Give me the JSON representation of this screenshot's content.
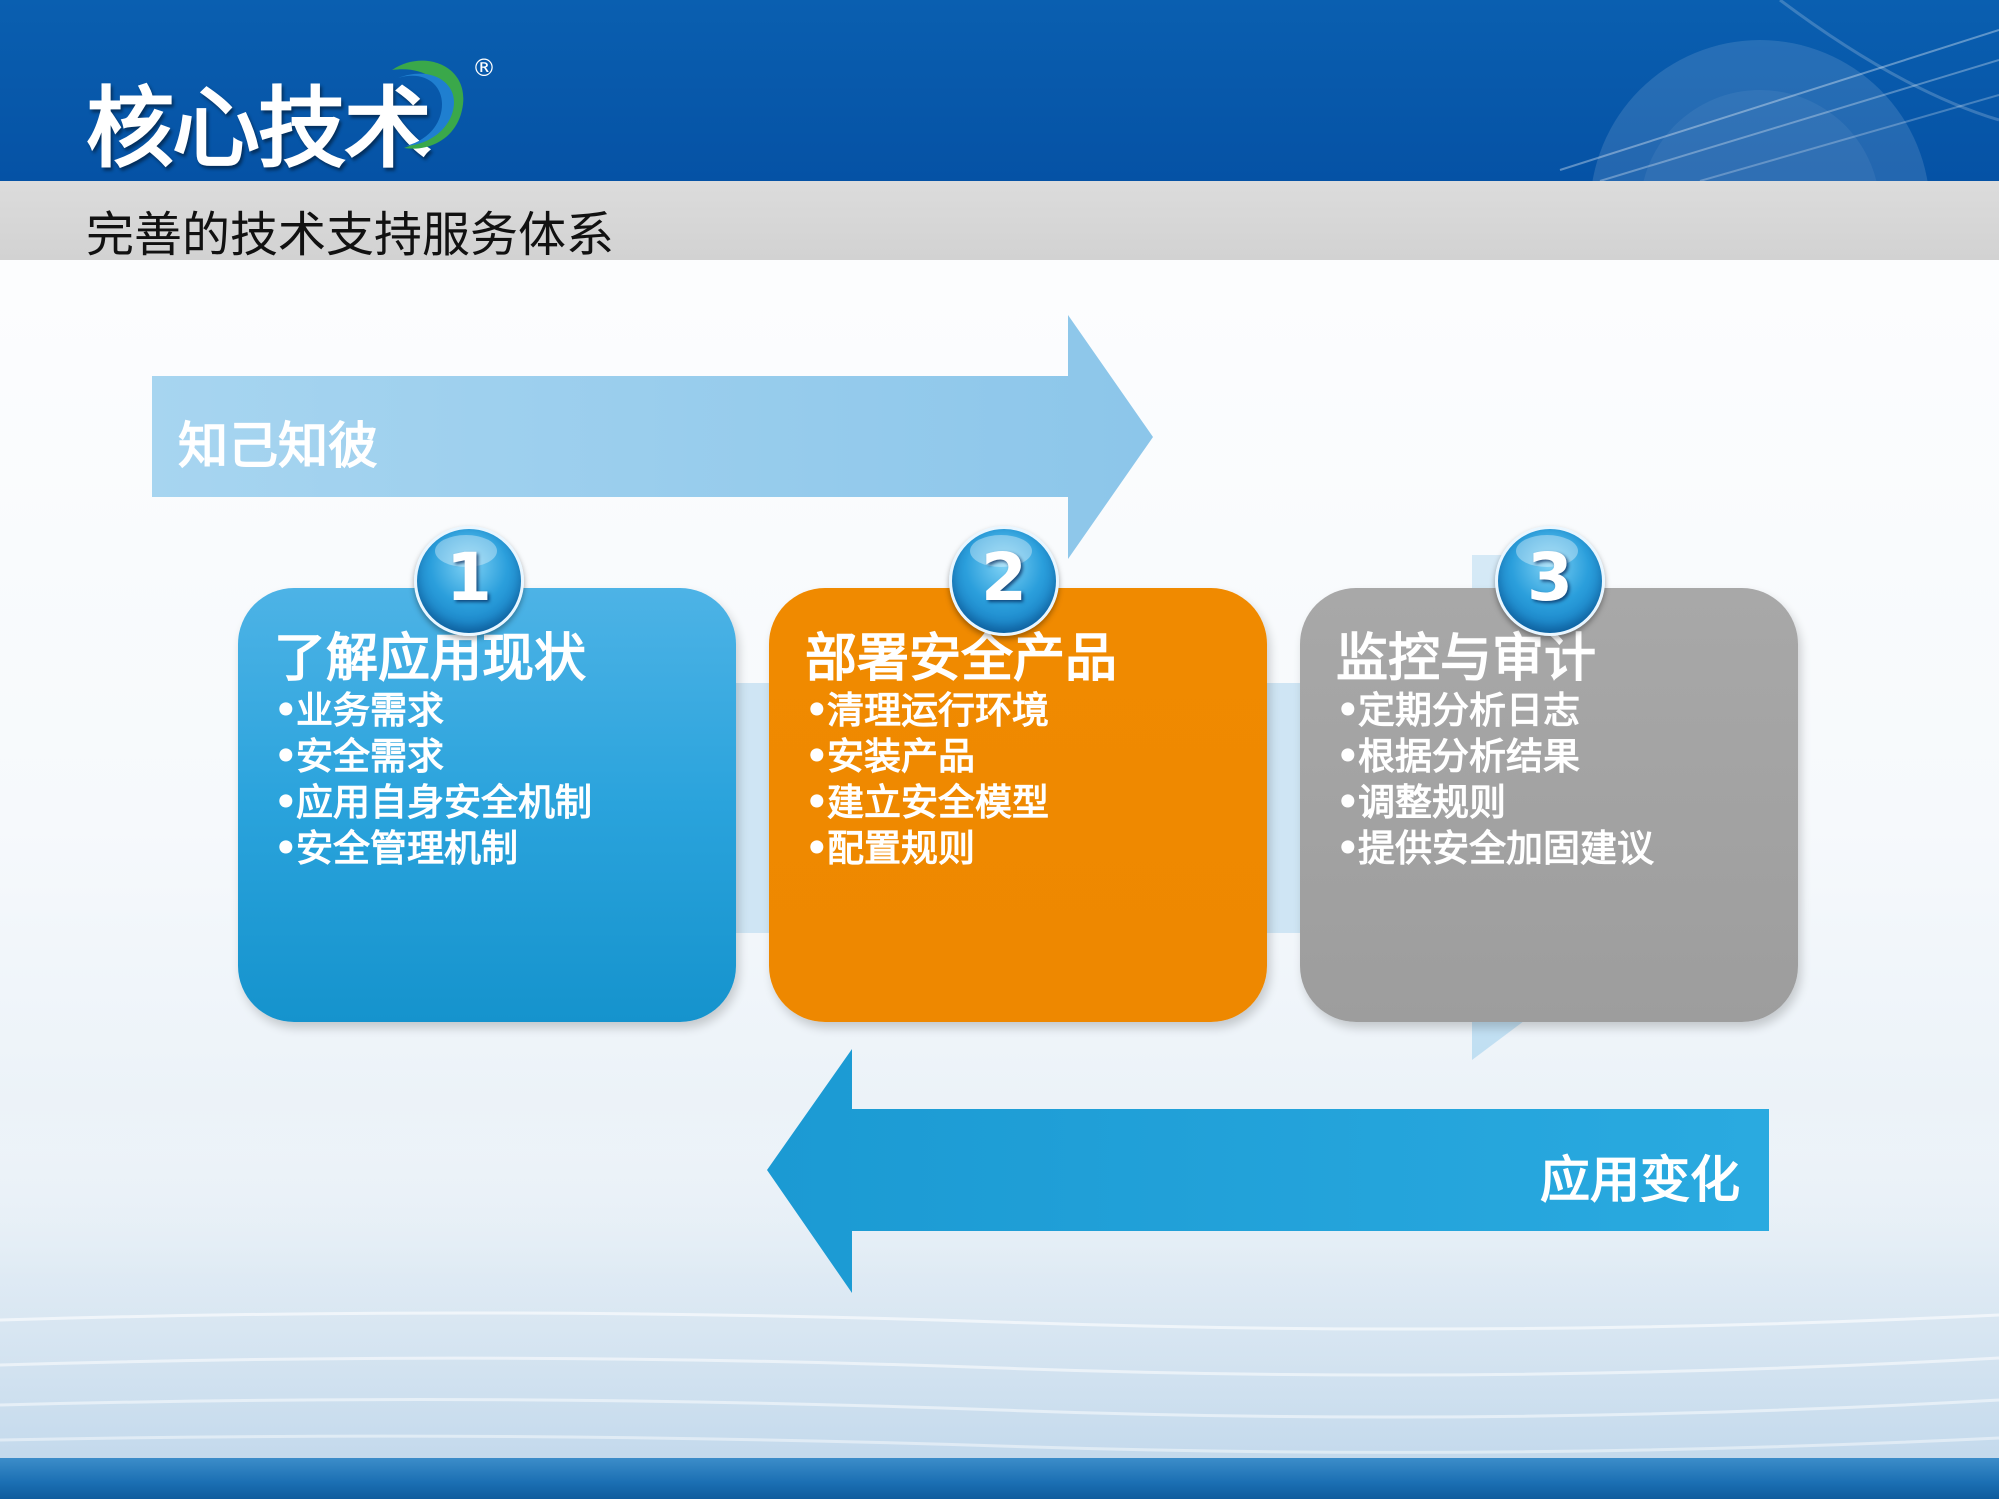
{
  "header": {
    "title": "核心技术",
    "registered_mark": "®",
    "subtitle": "完善的技术支持服务体系"
  },
  "arrows": {
    "top_label": "知己知彼",
    "bottom_label": "应用变化"
  },
  "steps": [
    {
      "number": "1",
      "title": "了解应用现状",
      "items": [
        "业务需求",
        "安全需求",
        "应用自身安全机制",
        "安全管理机制"
      ]
    },
    {
      "number": "2",
      "title": "部署安全产品",
      "items": [
        "清理运行环境",
        "安装产品",
        "建立安全模型",
        "配置规则"
      ]
    },
    {
      "number": "3",
      "title": "监控与审计",
      "items": [
        "定期分析日志",
        "根据分析结果",
        "调整规则",
        "提供安全加固建议"
      ]
    }
  ],
  "bullet_char": "•",
  "colors": {
    "header_blue": "#0552a5",
    "card_blue": "#2aa3dc",
    "card_orange": "#ee8800",
    "card_gray": "#a3a3a3",
    "top_arrow": "#9fd0ee",
    "bottom_arrow": "#1fa0d8"
  }
}
